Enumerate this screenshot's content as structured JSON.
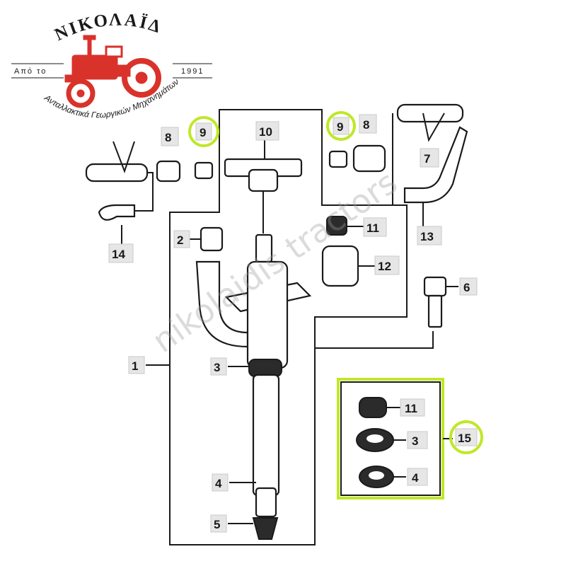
{
  "logo": {
    "name": "ΝΙΚΟΛΑΪΔΗΣ",
    "since_left": "Από το",
    "since_right": "1991",
    "tagline": "Ανταλλακτικά Γεωργικών Μηχανημάτων",
    "colors": {
      "tractor": "#d9322b",
      "text": "#1a1a1a"
    }
  },
  "watermark": "nikolaidis tractors",
  "diagram": {
    "highlight_color": "#bfe827",
    "callouts": [
      "1",
      "2",
      "3",
      "3",
      "4",
      "4",
      "5",
      "6",
      "7",
      "8",
      "8",
      "9",
      "9",
      "10",
      "11",
      "11",
      "12",
      "13",
      "14",
      "15"
    ]
  }
}
